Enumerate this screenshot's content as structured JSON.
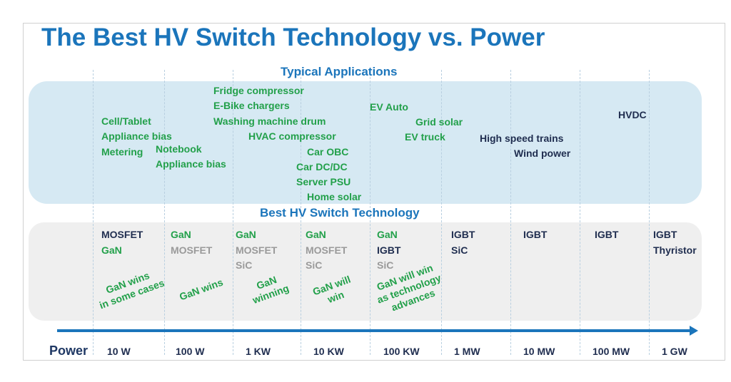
{
  "title": "The Best HV Switch Technology vs. Power",
  "applications_heading": "Typical Applications",
  "technology_heading": "Best HV Switch Technology",
  "axis_label": "Power",
  "power_levels": [
    "10 W",
    "100 W",
    "1 KW",
    "10 KW",
    "100 KW",
    "1 MW",
    "10 MW",
    "100 MW",
    "1 GW"
  ],
  "applications": [
    "Cell/Tablet",
    "Appliance bias",
    "Metering",
    "Notebook",
    "Appliance bias",
    "Fridge compressor",
    "E-Bike chargers",
    "Washing machine drum",
    "HVAC compressor",
    "Car OBC",
    "Car DC/DC",
    "Server PSU",
    "Home solar",
    "EV Auto",
    "Grid solar",
    "EV truck",
    "High speed trains",
    "Wind power",
    "HVDC"
  ],
  "technologies": [
    [
      "MOSFET",
      "GaN"
    ],
    [
      "GaN",
      "MOSFET"
    ],
    [
      "GaN",
      "MOSFET",
      "SiC"
    ],
    [
      "GaN",
      "MOSFET",
      "SiC"
    ],
    [
      "GaN",
      "IGBT",
      "SiC"
    ],
    [
      "IGBT",
      "SiC"
    ],
    [
      "IGBT"
    ],
    [
      "IGBT"
    ],
    [
      "IGBT",
      "Thyristor"
    ]
  ],
  "notes": [
    "GaN wins",
    "in some cases",
    "GaN wins",
    "GaN",
    "winning",
    "GaN will",
    "win",
    "GaN will win",
    "as technology",
    "advances"
  ],
  "colors": {
    "title": "#1b75bb",
    "gan": "#22a04a",
    "legacy": "#1f2d4f",
    "secondary": "#9a9a9a"
  }
}
